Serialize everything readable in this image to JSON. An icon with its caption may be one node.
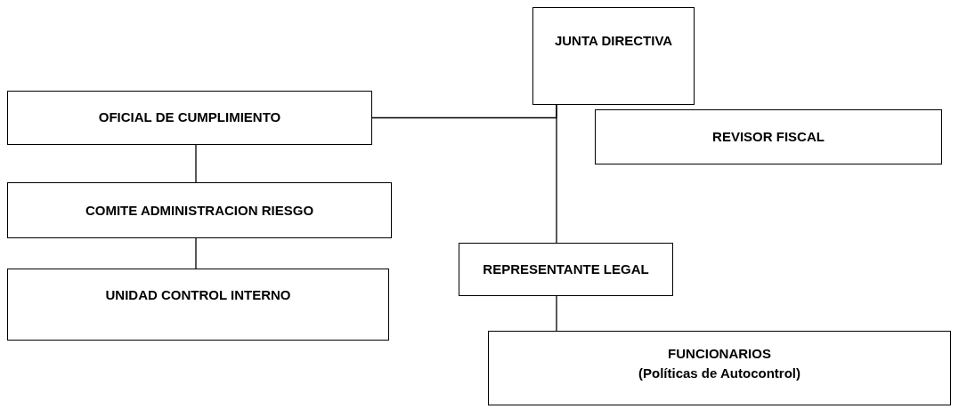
{
  "diagram": {
    "nodes": [
      {
        "text": [
          "JUNTA DIRECTIVA"
        ]
      },
      {
        "text": [
          "OFICIAL DE CUMPLIMIENTO"
        ]
      },
      {
        "text": [
          "REVISOR FISCAL"
        ]
      },
      {
        "text": [
          "COMITE ADMINISTRACION RIESGO"
        ]
      },
      {
        "text": [
          "REPRESENTANTE LEGAL"
        ]
      },
      {
        "text": [
          "UNIDAD CONTROL INTERNO"
        ]
      },
      {
        "text": [
          "FUNCIONARIOS",
          "(Políticas de Autocontrol)"
        ]
      }
    ],
    "edges": [
      {
        "from": 0,
        "to": 4,
        "arrow": "none"
      },
      {
        "from": 1,
        "to": 0,
        "arrow": "none"
      },
      {
        "from": 1,
        "to": 3,
        "arrow": "none"
      },
      {
        "from": 3,
        "to": 5,
        "arrow": "none"
      },
      {
        "from": 4,
        "to": 6,
        "arrow": "none"
      }
    ]
  }
}
